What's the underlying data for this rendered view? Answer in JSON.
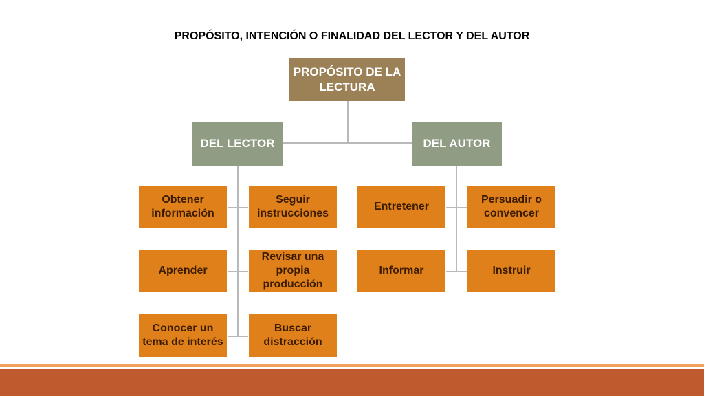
{
  "title": "PROPÓSITO, INTENCIÓN O FINALIDAD DEL LECTOR Y DEL AUTOR",
  "root": {
    "label": "PROPÓSITO DE LA LECTURA"
  },
  "lector": {
    "label": "DEL LECTOR",
    "items": [
      "Obtener información",
      "Seguir instrucciones",
      "Aprender",
      "Revisar una propia producción",
      "Conocer un tema de interés",
      "Buscar distracción"
    ]
  },
  "autor": {
    "label": "DEL AUTOR",
    "items": [
      "Entretener",
      "Persuadir o convencer",
      "Informar",
      "Instruir"
    ]
  },
  "colors": {
    "root": "#9c8156",
    "branch": "#909c84",
    "leaf": "#e0801a",
    "leaf_text": "#3b1c00",
    "connector": "#b9b9b9",
    "footer_bar": "#be5a2e",
    "footer_line": "#f0a25c"
  }
}
